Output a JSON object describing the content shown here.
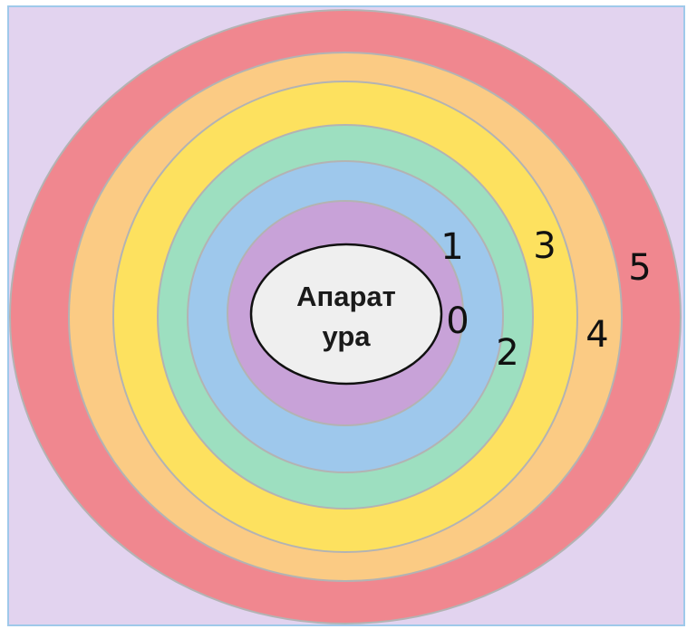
{
  "diagram": {
    "center_label_lines": [
      "Апарат",
      "ура"
    ],
    "rings": [
      {
        "label": "0",
        "color": "#c8a2d8"
      },
      {
        "label": "1",
        "color": "#9ec8ec"
      },
      {
        "label": "2",
        "color": "#9ddfc0"
      },
      {
        "label": "3",
        "color": "#fde15f"
      },
      {
        "label": "4",
        "color": "#fbcb84"
      },
      {
        "label": "5",
        "color": "#f0878f"
      }
    ],
    "colors": {
      "background": "#e2d3ef",
      "frame_border": "#9fc9ea",
      "ring_stroke": "#b3b3b3",
      "center_fill": "#efefef",
      "center_stroke": "#111111"
    }
  }
}
